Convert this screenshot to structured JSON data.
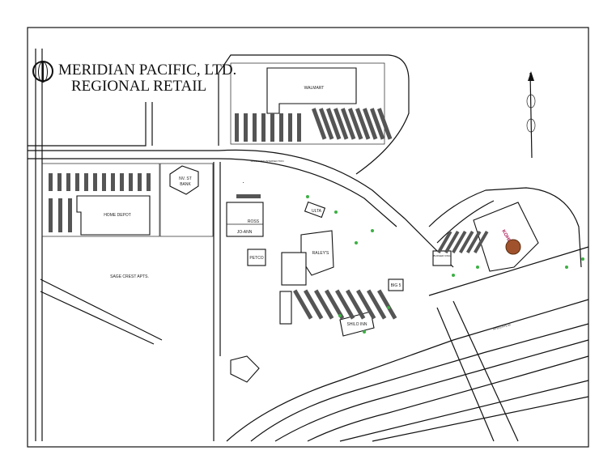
{
  "title": {
    "line1": "MERIDIAN PACIFIC, LTD.",
    "line2": "REGIONAL RETAIL"
  },
  "stores": {
    "walmart": "WALMART",
    "home_depot": "HOME DEPOT",
    "bank_line1": "NV. ST",
    "bank_line2": "BANK",
    "ross": "ROSS",
    "joann": "JO-ANN",
    "ulta": "ULTA",
    "raleys": "RALEY'S",
    "petco": "PETCO",
    "shilo_inn": "SHILO INN",
    "big5": "BIG 5",
    "kohls": "KOHL'S",
    "burger_king": "BURGER KING"
  },
  "areas": {
    "sage_crest": "SAGE CREST APTS."
  },
  "roads": {
    "interstate": "INTERSTATE 80",
    "signal": "SIGNALIZED INTERSECTION"
  },
  "colors": {
    "landscape": "#3cb043",
    "kohls": "#b0205a",
    "logo_badge": "#a0522d"
  }
}
